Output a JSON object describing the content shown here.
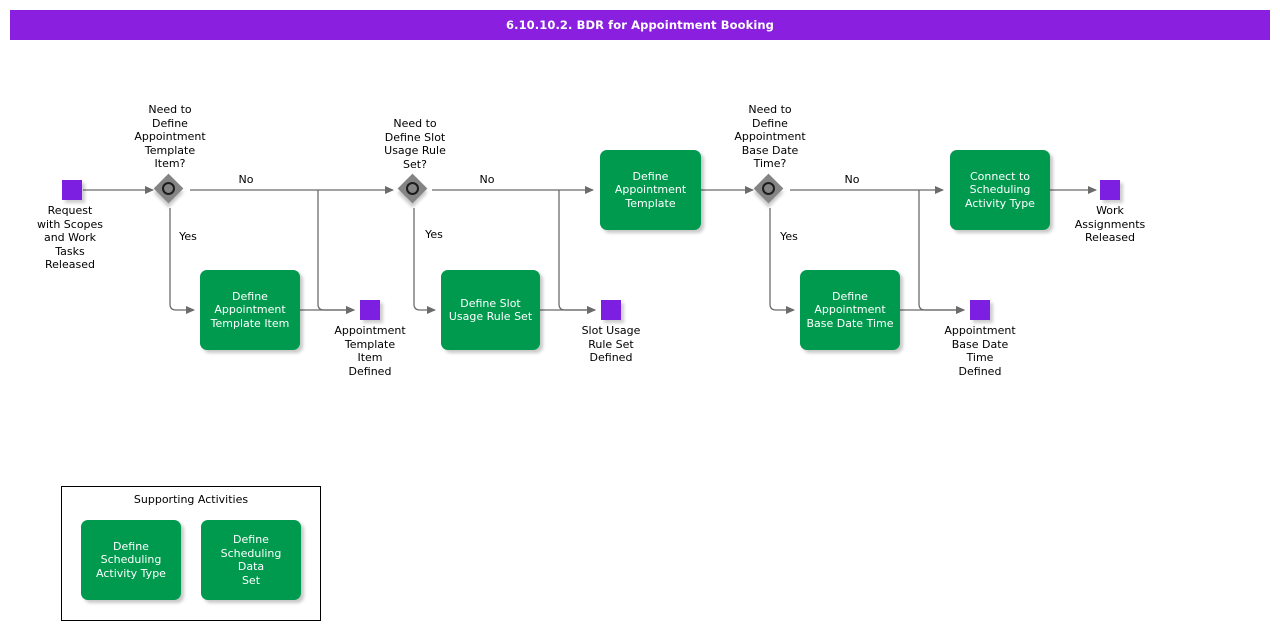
{
  "header": {
    "title": "6.10.10.2. BDR for Appointment Booking",
    "bar_color": "#8B1FE0",
    "text_color": "#ffffff"
  },
  "colors": {
    "task_green": "#009A4E",
    "event_purple": "#7D1FE0",
    "gateway_gray": "#848484",
    "line_gray": "#6b6b6b"
  },
  "events": [
    {
      "id": "start",
      "label": "Request\nwith Scopes\nand Work\nTasks\nReleased"
    },
    {
      "id": "appointment-template-item-defined",
      "label": "Appointment\nTemplate\nItem\nDefined"
    },
    {
      "id": "slot-usage-rule-set-defined",
      "label": "Slot Usage\nRule Set\nDefined"
    },
    {
      "id": "appointment-base-date-time-defined",
      "label": "Appointment\nBase Date\nTime\nDefined"
    },
    {
      "id": "work-assignments-released",
      "label": "Work\nAssignments\nReleased"
    }
  ],
  "gateways": [
    {
      "id": "gw-appointment-template-item",
      "label": "Need to\nDefine\nAppointment\nTemplate\nItem?"
    },
    {
      "id": "gw-slot-usage-rule-set",
      "label": "Need to\nDefine Slot\nUsage Rule\nSet?"
    },
    {
      "id": "gw-appointment-base-date-time",
      "label": "Need to\nDefine\nAppointment\nBase Date\nTime?"
    }
  ],
  "tasks": [
    {
      "id": "define-appointment-template-item",
      "label": "Define\nAppointment\nTemplate Item"
    },
    {
      "id": "define-slot-usage-rule-set",
      "label": "Define Slot\nUsage Rule Set"
    },
    {
      "id": "define-appointment-template",
      "label": "Define\nAppointment\nTemplate"
    },
    {
      "id": "define-appointment-base-date-time",
      "label": "Define\nAppointment\nBase Date Time"
    },
    {
      "id": "connect-to-scheduling-activity-type",
      "label": "Connect to\nScheduling\nActivity Type"
    }
  ],
  "flow_labels": {
    "no_1": "No",
    "yes_1": "Yes",
    "no_2": "No",
    "yes_2": "Yes",
    "no_3": "No",
    "yes_3": "Yes"
  },
  "supporting": {
    "title": "Supporting Activities",
    "tasks": [
      {
        "id": "define-scheduling-activity-type",
        "label": "Define\nScheduling\nActivity Type"
      },
      {
        "id": "define-scheduling-data-set",
        "label": "Define\nScheduling Data\nSet"
      }
    ]
  }
}
